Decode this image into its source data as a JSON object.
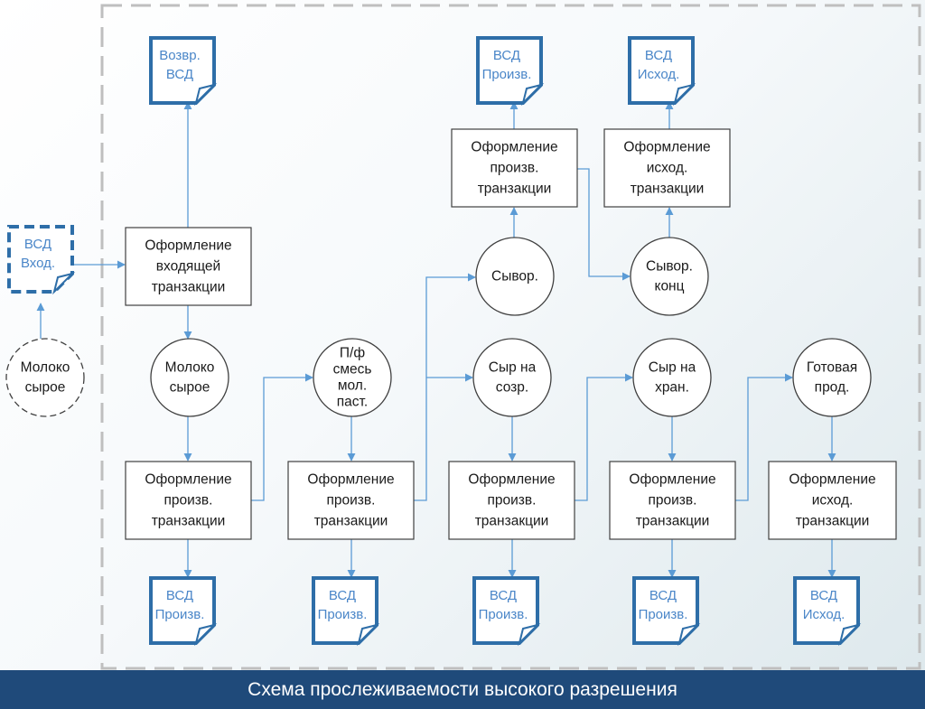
{
  "footer": {
    "caption": "Схема прослеживаемости высокого разрешения"
  },
  "colors": {
    "doc_border": "#2e6ea8",
    "doc_text": "#4a86c8",
    "connector": "#5b9bd5",
    "box_border": "#404040",
    "footer_bg": "#1f4a7a",
    "dashed_frame": "#bfbfbf"
  },
  "documents": {
    "vsd_incoming": {
      "lines": [
        "ВСД",
        "Вход."
      ]
    },
    "vsd_return": {
      "lines": [
        "Возвр.",
        "ВСД"
      ]
    },
    "vsd_top_prod": {
      "lines": [
        "ВСД",
        "Произв."
      ]
    },
    "vsd_top_out": {
      "lines": [
        "ВСД",
        "Исход."
      ]
    },
    "vsd_bottom_1": {
      "lines": [
        "ВСД",
        "Произв."
      ]
    },
    "vsd_bottom_2": {
      "lines": [
        "ВСД",
        "Произв."
      ]
    },
    "vsd_bottom_3": {
      "lines": [
        "ВСД",
        "Произв."
      ]
    },
    "vsd_bottom_4": {
      "lines": [
        "ВСД",
        "Произв."
      ]
    },
    "vsd_bottom_5": {
      "lines": [
        "ВСД",
        "Исход."
      ]
    }
  },
  "processes": {
    "incoming_transaction": {
      "lines": [
        "Оформление",
        "входящей",
        "транзакции"
      ]
    },
    "top_prod_transaction": {
      "lines": [
        "Оформление",
        "произв.",
        "транзакции"
      ]
    },
    "top_out_transaction": {
      "lines": [
        "Оформление",
        "исход.",
        "транзакции"
      ]
    },
    "prod_transaction_1": {
      "lines": [
        "Оформление",
        "произв.",
        "транзакции"
      ]
    },
    "prod_transaction_2": {
      "lines": [
        "Оформление",
        "произв.",
        "транзакции"
      ]
    },
    "prod_transaction_3": {
      "lines": [
        "Оформление",
        "произв.",
        "транзакции"
      ]
    },
    "prod_transaction_4": {
      "lines": [
        "Оформление",
        "произв.",
        "транзакции"
      ]
    },
    "out_transaction": {
      "lines": [
        "Оформление",
        "исход.",
        "транзакции"
      ]
    }
  },
  "products": {
    "raw_milk_external": {
      "lines": [
        "Молоко",
        "сырое"
      ]
    },
    "raw_milk": {
      "lines": [
        "Молоко",
        "сырое"
      ]
    },
    "pasteurized_mix": {
      "lines": [
        "П/ф",
        "смесь",
        "мол.",
        "паст."
      ]
    },
    "whey": {
      "lines": [
        "Сывор."
      ]
    },
    "whey_concentrate": {
      "lines": [
        "Сывор.",
        "конц"
      ]
    },
    "cheese_ripening": {
      "lines": [
        "Сыр на",
        "созр."
      ]
    },
    "cheese_storage": {
      "lines": [
        "Сыр на",
        "хран."
      ]
    },
    "finished_product": {
      "lines": [
        "Готовая",
        "прод."
      ]
    }
  }
}
